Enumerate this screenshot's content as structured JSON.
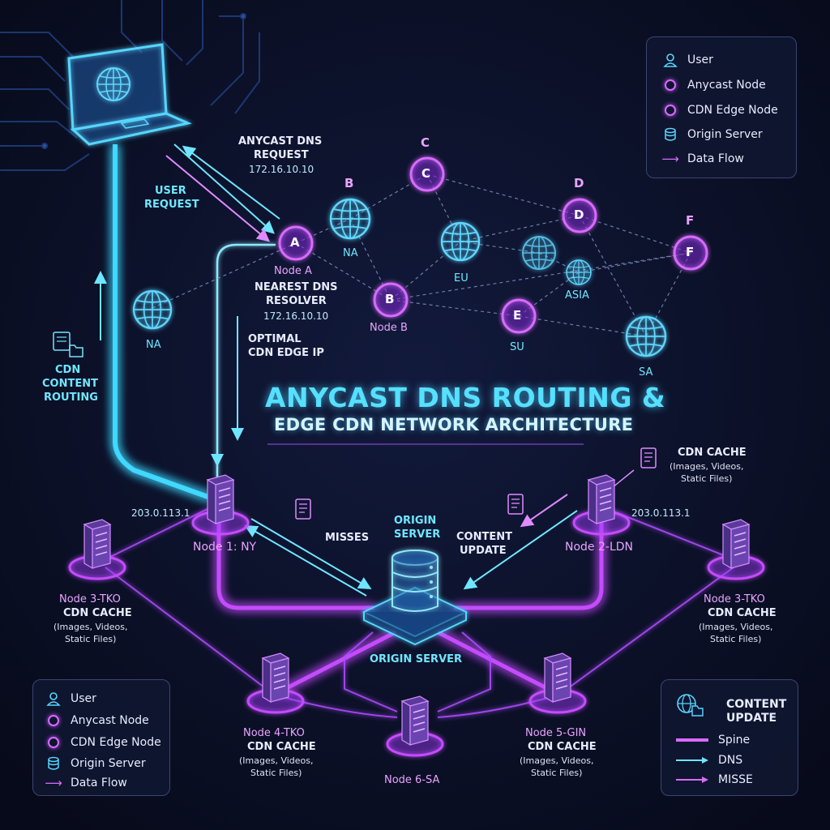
{
  "title": {
    "line1": "ANYCAST DNS ROUTING &",
    "line2": "EDGE CDN NETWORK ARCHITECTURE"
  },
  "legend_top": {
    "items": [
      {
        "icon": "user-icon",
        "label": "User"
      },
      {
        "icon": "anycast-node-icon",
        "label": "Anycast Node"
      },
      {
        "icon": "cdn-edge-node-icon",
        "label": "CDN Edge Node"
      },
      {
        "icon": "database-icon",
        "label": "Origin Server"
      },
      {
        "icon": "arrow-right-icon",
        "label": "Data Flow"
      }
    ]
  },
  "legend_bottom_left": {
    "items": [
      {
        "icon": "user-icon",
        "label": "User"
      },
      {
        "icon": "anycast-node-icon",
        "label": "Anycast Node"
      },
      {
        "icon": "cdn-edge-node-icon",
        "label": "CDN Edge Node"
      },
      {
        "icon": "database-icon",
        "label": "Origin Server"
      },
      {
        "icon": "arrow-right-icon",
        "label": "Data Flow"
      }
    ]
  },
  "legend_bottom_right": {
    "heading1": "CONTENT",
    "heading2": "UPDATE",
    "items": [
      {
        "icon": "spine-line-icon",
        "label": "Spine"
      },
      {
        "icon": "dns-arrow-icon",
        "label": "DNS"
      },
      {
        "icon": "misse-arrow-icon",
        "label": "MISSE"
      }
    ]
  },
  "flow_labels": {
    "anycast_request_1": "ANYCAST DNS",
    "anycast_request_2": "REQUEST",
    "anycast_request_ip": "172.16.10.10",
    "user_request_1": "USER",
    "user_request_2": "REQUEST",
    "cdn_routing_1": "CDN",
    "cdn_routing_2": "CONTENT",
    "cdn_routing_3": "ROUTING",
    "optimal_1": "OPTIMAL",
    "optimal_2": "CDN EDGE IP",
    "misses": "MISSES",
    "content_update_1": "CONTENT",
    "content_update_2": "UPDATE"
  },
  "anycast": {
    "node_a_letter": "A",
    "node_a_name": "Node A",
    "resolver_1": "NEAREST DNS",
    "resolver_2": "RESOLVER",
    "resolver_ip": "172.16.10.10",
    "b_top_letter": "B",
    "b_letter": "B",
    "node_b_name": "Node B",
    "c_top_letter": "C",
    "c_letter": "C",
    "d_top_letter": "D",
    "d_letter": "D",
    "f_top_letter": "F",
    "f_letter": "F",
    "e_letter": "E",
    "region_na_top": "NA",
    "region_na_left": "NA",
    "region_eu": "EU",
    "region_asia": "ASIA",
    "region_su": "SU",
    "region_sa": "SA"
  },
  "cdn": {
    "node1_name": "Node 1: NY",
    "node1_ip": "203.0.113.1",
    "node2_name": "Node 2-LDN",
    "node2_ip": "203.0.113.1",
    "cache_top_1": "CDN CACHE",
    "cache_top_2": "(Images, Videos,",
    "cache_top_3": "Static Files)",
    "origin_top_1": "ORIGIN",
    "origin_top_2": "SERVER",
    "origin_bottom": "ORIGIN SERVER",
    "node3l_name": "Node 3-TKO",
    "node3l_cache": "CDN CACHE",
    "node3l_sub1": "(Images, Videos,",
    "node3l_sub2": "Static Files)",
    "node3r_name": "Node 3-TKO",
    "node3r_cache": "CDN CACHE",
    "node3r_sub1": "(Images, Videos,",
    "node3r_sub2": "Static Files)",
    "node4_name": "Node 4-TKO",
    "node4_cache": "CDN CACHE",
    "node4_sub1": "(Images, Videos,",
    "node4_sub2": "Static Files)",
    "node5_name": "Node 5-GIN",
    "node5_cache": "CDN CACHE",
    "node5_sub1": "(Images, Videos,",
    "node5_sub2": "Static Files)",
    "node6_name": "Node 6-SA"
  },
  "colors": {
    "background": "#0a0f24",
    "cyan": "#3fd8ff",
    "magenta": "#c54bff"
  }
}
